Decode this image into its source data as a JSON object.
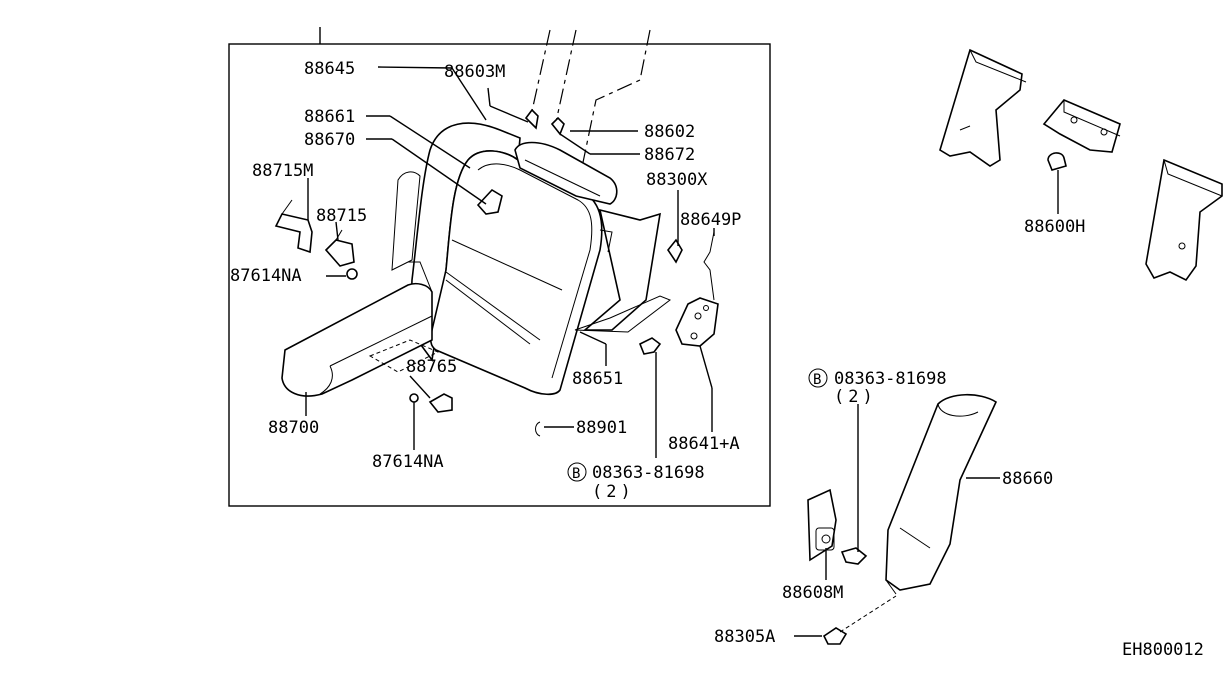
{
  "callouts": {
    "p88645": "88645",
    "p88603m": "88603M",
    "p88661": "88661",
    "p88670": "88670",
    "p88602": "88602",
    "p88672": "88672",
    "p88715m": "88715M",
    "p88300x": "88300X",
    "p88715": "88715",
    "p88649p": "88649P",
    "p87614na_a": "87614NA",
    "p88651": "88651",
    "p88765": "88765",
    "p88700": "88700",
    "p88901": "88901",
    "p88641a": "88641+A",
    "p87614na_b": "87614NA",
    "bolt_a_code": "08363-81698",
    "bolt_a_qty": "(2)",
    "p88600h": "88600H",
    "bolt_b_code": "08363-81698",
    "bolt_b_qty": "(2)",
    "p88660": "88660",
    "p88608m": "88608M",
    "p88305a": "88305A"
  },
  "bolt_marker": "B",
  "diagram_code": "EH800012"
}
